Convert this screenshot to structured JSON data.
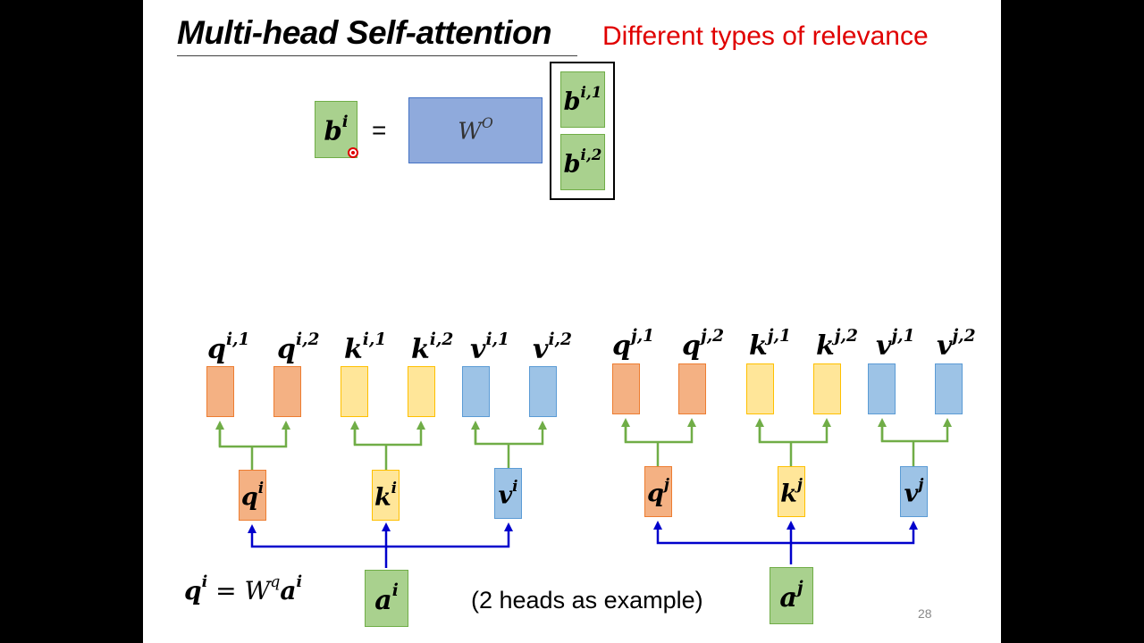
{
  "title": "Multi-head Self-attention",
  "subtitle": "Different types of relevance",
  "equation": {
    "lhs": {
      "base": "b",
      "sup": "i"
    },
    "equals": "=",
    "matrix": {
      "base": "W",
      "sup": "O"
    },
    "stack": [
      {
        "base": "b",
        "sup": "i,1"
      },
      {
        "base": "b",
        "sup": "i,2"
      }
    ]
  },
  "heads_top_i": [
    {
      "base": "q",
      "sup": "i,1"
    },
    {
      "base": "q",
      "sup": "i,2"
    },
    {
      "base": "k",
      "sup": "i,1"
    },
    {
      "base": "k",
      "sup": "i,2"
    },
    {
      "base": "v",
      "sup": "i,1"
    },
    {
      "base": "v",
      "sup": "i,2"
    }
  ],
  "heads_top_j": [
    {
      "base": "q",
      "sup": "j,1"
    },
    {
      "base": "q",
      "sup": "j,2"
    },
    {
      "base": "k",
      "sup": "j,1"
    },
    {
      "base": "k",
      "sup": "j,2"
    },
    {
      "base": "v",
      "sup": "j,1"
    },
    {
      "base": "v",
      "sup": "j,2"
    }
  ],
  "mid_i": [
    {
      "base": "q",
      "sup": "i"
    },
    {
      "base": "k",
      "sup": "i"
    },
    {
      "base": "v",
      "sup": "i"
    }
  ],
  "mid_j": [
    {
      "base": "q",
      "sup": "j"
    },
    {
      "base": "k",
      "sup": "j"
    },
    {
      "base": "v",
      "sup": "j"
    }
  ],
  "inputs": [
    {
      "base": "a",
      "sup": "i"
    },
    {
      "base": "a",
      "sup": "j"
    }
  ],
  "formula": {
    "lhs_base": "q",
    "lhs_sup": "i",
    "eq": "=",
    "w_base": "W",
    "w_sup": "q",
    "a_base": "a",
    "a_sup": "i"
  },
  "note": "(2 heads as example)",
  "page_number": "28",
  "colors": {
    "green_fill": "#a9d18e",
    "green_line": "#70ad47",
    "orange_fill": "#f4b183",
    "yellow_fill": "#ffe699",
    "blue_fill": "#9dc3e6",
    "wo_fill": "#8faadc",
    "arrow_blue": "#0000cc",
    "arrow_green": "#70ad47",
    "title_red": "#e00000"
  }
}
